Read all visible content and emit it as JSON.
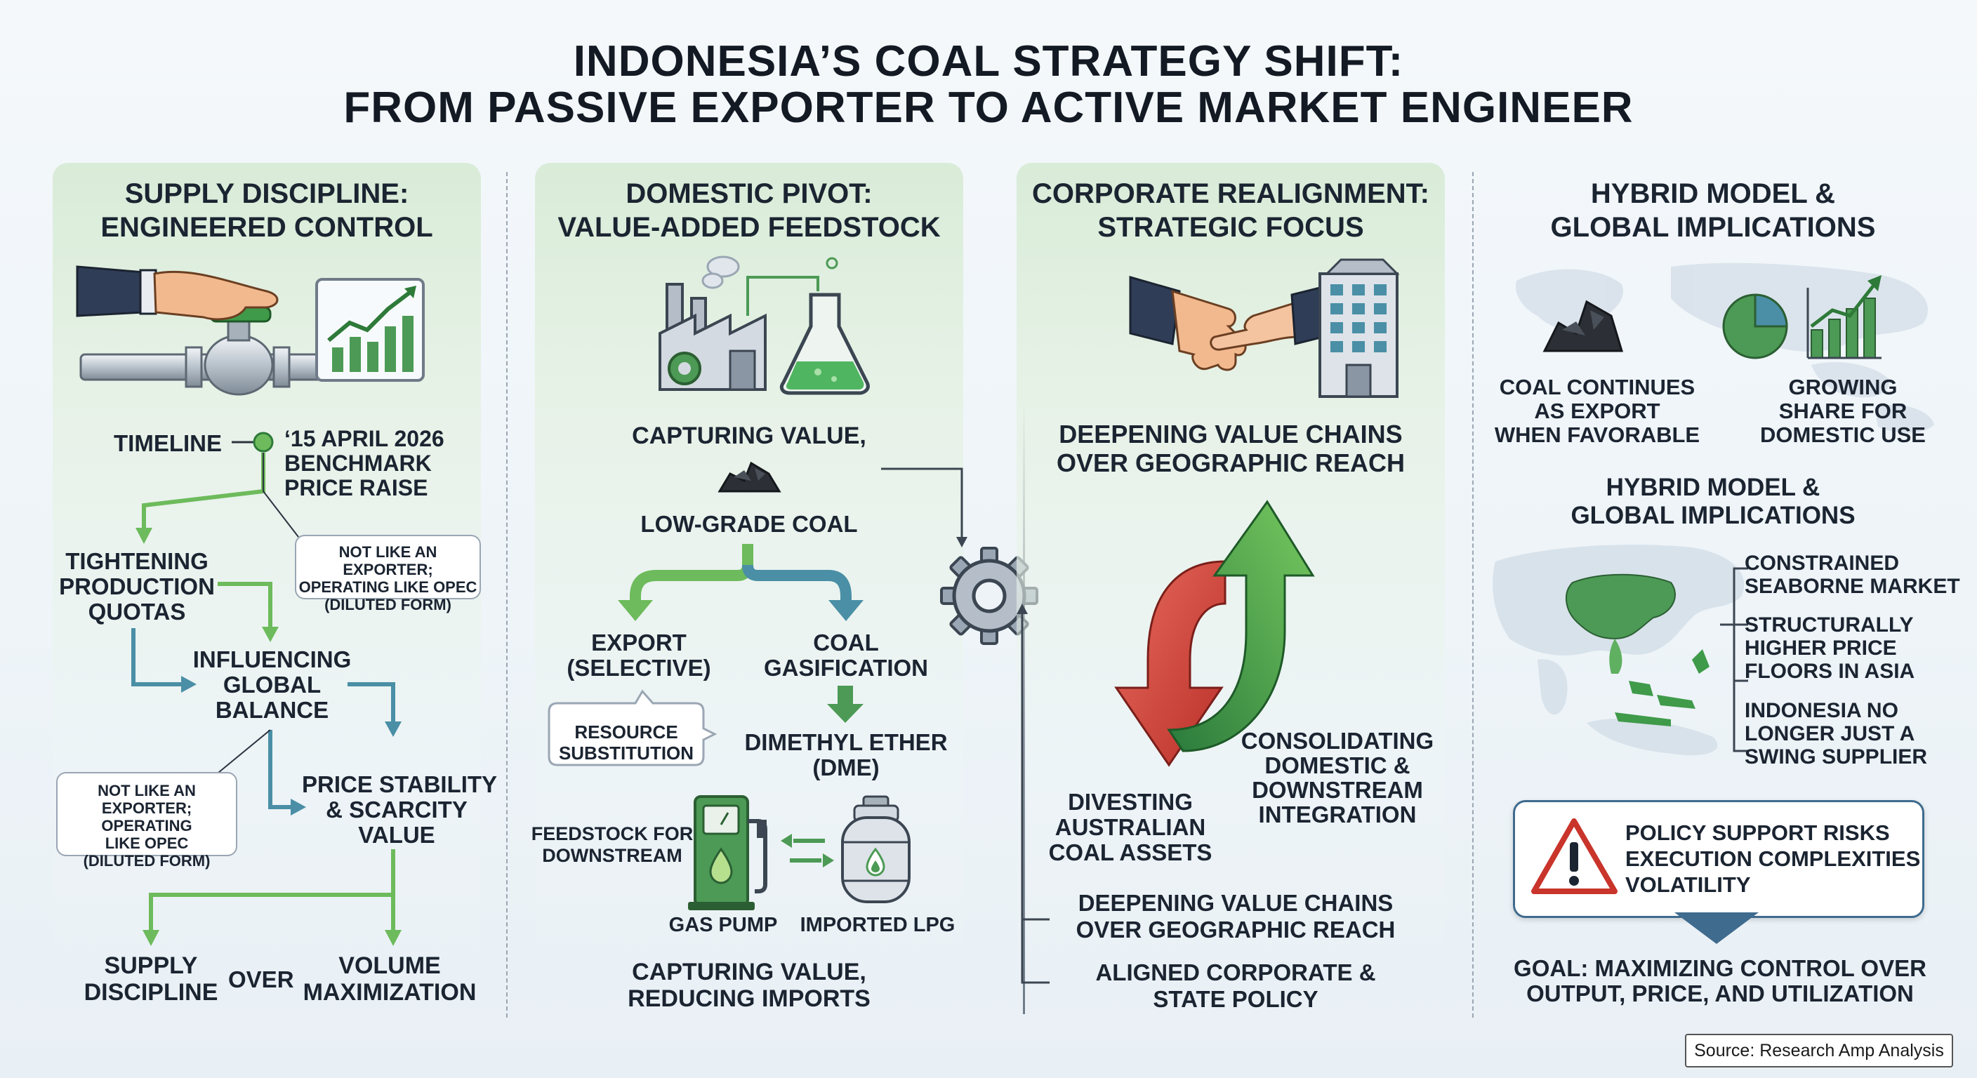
{
  "title": {
    "line1": "INDONESIA’S COAL STRATEGY SHIFT:",
    "line2": "FROM PASSIVE EXPORTER TO ACTIVE MARKET ENGINEER"
  },
  "supply": {
    "title1": "SUPPLY DISCIPLINE:",
    "title2": "ENGINEERED CONTROL",
    "timeline": "TIMELINE",
    "event": [
      "‘15 APRIL 2026",
      "BENCHMARK",
      "PRICE RAISE"
    ],
    "note1": [
      "NOT LIKE AN EXPORTER;",
      "OPERATING LIKE OPEC",
      "(DILUTED FORM)"
    ],
    "tightening": [
      "TIGHTENING",
      "PRODUCTION",
      "QUOTAS"
    ],
    "influencing": [
      "INFLUENCING",
      "GLOBAL",
      "BALANCE"
    ],
    "note2": [
      "NOT LIKE AN",
      "EXPORTER; OPERATING",
      "LIKE OPEC",
      "(DILUTED FORM)"
    ],
    "price": [
      "PRICE STABILITY",
      "& SCARCITY",
      "VALUE"
    ],
    "supply_disc": [
      "SUPPLY",
      "DISCIPLINE"
    ],
    "over": "OVER",
    "volume": [
      "VOLUME",
      "MAXIMIZATION"
    ]
  },
  "domestic": {
    "title1": "DOMESTIC PIVOT:",
    "title2": "VALUE-ADDED FEEDSTOCK",
    "capturing": "CAPTURING VALUE,",
    "lowgrade": "LOW-GRADE COAL",
    "export": [
      "EXPORT",
      "(SELECTIVE)"
    ],
    "gasification": [
      "COAL",
      "GASIFICATION"
    ],
    "resource": [
      "RESOURCE",
      "SUBSTITUTION"
    ],
    "dme": [
      "DIMETHYL ETHER",
      "(DME)"
    ],
    "feedstock": [
      "FEEDSTOCK FOR",
      "DOWNSTREAM"
    ],
    "gaspump": "GAS PUMP",
    "lpg": "IMPORTED LPG",
    "bottom": [
      "CAPTURING VALUE,",
      "REDUCING IMPORTS"
    ]
  },
  "corporate": {
    "title1": "CORPORATE REALIGNMENT:",
    "title2": "STRATEGIC FOCUS",
    "deepening": [
      "DEEPENING VALUE CHAINS",
      "OVER GEOGRAPHIC REACH"
    ],
    "divesting": [
      "DIVESTING",
      "AUSTRALIAN",
      "COAL ASSETS"
    ],
    "consolidating": [
      "CONSOLIDATING",
      "DOMESTIC &",
      "DOWNSTREAM",
      "INTEGRATION"
    ],
    "deepening2": [
      "DEEPENING VALUE CHAINS",
      "OVER GEOGRAPHIC REACH"
    ],
    "aligned": [
      "ALIGNED CORPORATE &",
      "STATE POLICY"
    ]
  },
  "hybrid": {
    "title1": "HYBRID MODEL &",
    "title2": "GLOBAL IMPLICATIONS",
    "coal_export": [
      "COAL CONTINUES",
      "AS EXPORT",
      "WHEN FAVORABLE"
    ],
    "growing": [
      "GROWING",
      "SHARE FOR",
      "DOMESTIC USE"
    ],
    "sub_title1": "HYBRID MODEL &",
    "sub_title2": "GLOBAL IMPLICATIONS",
    "constrained": [
      "CONSTRAINED",
      "SEABORNE MARKET"
    ],
    "structurally": [
      "STRUCTURALLY",
      "HIGHER PRICE",
      "FLOORS IN ASIA"
    ],
    "indonesia": [
      "INDONESIA NO",
      "LONGER JUST A",
      "SWING SUPPLIER"
    ],
    "risk": [
      "POLICY SUPPORT RISKS",
      "EXECUTION COMPLEXITIES",
      "VOLATILITY"
    ],
    "goal": [
      "GOAL: MAXIMIZING CONTROL OVER",
      "OUTPUT, PRICE, AND UTILIZATION"
    ]
  },
  "source": "Source: Research Amp Analysis",
  "colors": {
    "green": "#3f9a4a",
    "teal": "#4a8fa6",
    "red": "#d8463a",
    "dark": "#1b2431"
  }
}
